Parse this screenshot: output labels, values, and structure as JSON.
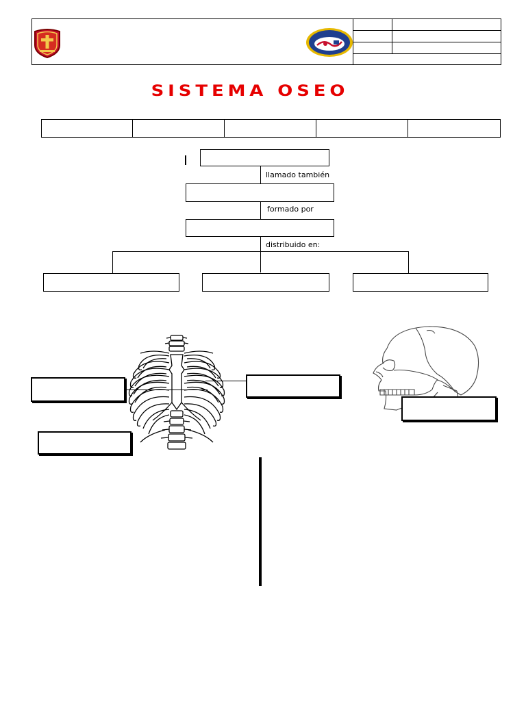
{
  "document": {
    "title": "SISTEMA OSEO",
    "title_color": "#e60000"
  },
  "concept_map": {
    "connector_1": "llamado también",
    "connector_2": "formado por",
    "connector_3": "distribuido en:"
  },
  "figures": {
    "rib_cage": "rib-cage-illustration",
    "skull": "skull-illustration"
  }
}
